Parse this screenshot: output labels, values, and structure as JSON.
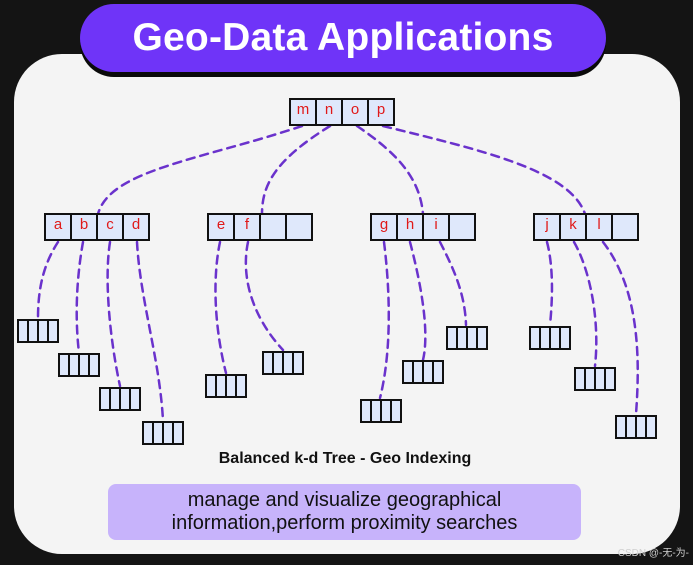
{
  "title": "Geo-Data Applications",
  "root": {
    "cells": [
      "m",
      "n",
      "o",
      "p"
    ]
  },
  "children": [
    {
      "cells": [
        "a",
        "b",
        "c",
        "d"
      ]
    },
    {
      "cells": [
        "e",
        "f",
        "",
        ""
      ]
    },
    {
      "cells": [
        "g",
        "h",
        "i",
        ""
      ]
    },
    {
      "cells": [
        "j",
        "k",
        "l",
        ""
      ]
    }
  ],
  "caption": "Balanced k-d Tree - Geo Indexing",
  "description": {
    "line1": "manage and visualize geographical",
    "line2": "information,perform proximity searches"
  },
  "watermark": "CSDN @-无-为-",
  "colors": {
    "title_bg": "#6f34f8",
    "edge": "#6a32cc",
    "key_text": "#e01919",
    "description_bg": "#c7b3fb"
  }
}
